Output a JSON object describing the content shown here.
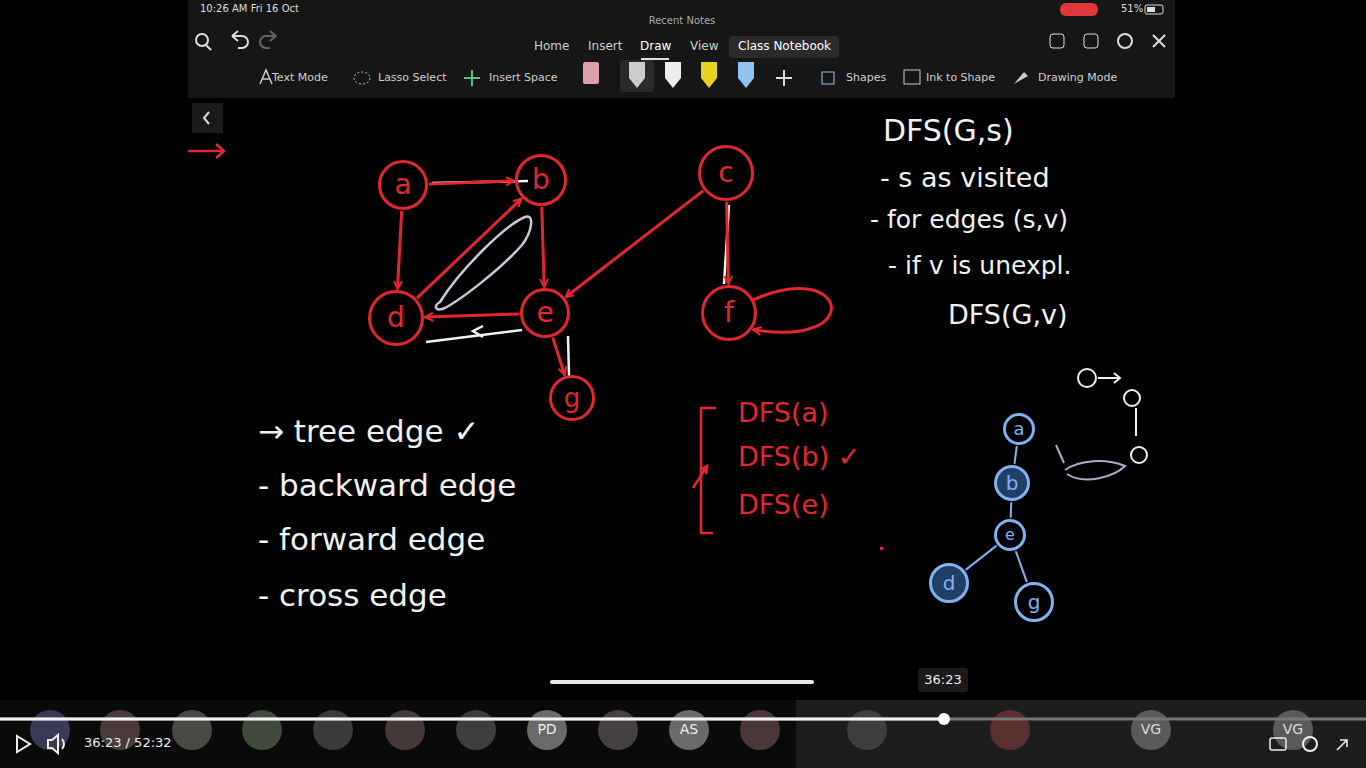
{
  "diagram": {
    "nodes": [
      {
        "text": [
          "a"
        ]
      },
      {
        "text": [
          "b"
        ]
      },
      {
        "text": [
          "c"
        ]
      },
      {
        "text": [
          "d"
        ]
      },
      {
        "text": [
          "e"
        ]
      },
      {
        "text": [
          "f"
        ]
      },
      {
        "text": [
          "g"
        ]
      },
      {
        "text": [
          "a"
        ]
      },
      {
        "text": [
          "b"
        ]
      },
      {
        "text": [
          "e"
        ]
      },
      {
        "text": [
          "d"
        ]
      },
      {
        "text": [
          "g"
        ]
      }
    ],
    "edges": [
      {
        "from": 0,
        "to": 1,
        "arrow": "to"
      },
      {
        "from": 0,
        "to": 3,
        "arrow": "to"
      },
      {
        "from": 1,
        "to": 4,
        "arrow": "to"
      },
      {
        "from": 3,
        "to": 1,
        "arrow": "to"
      },
      {
        "from": 4,
        "to": 3,
        "arrow": "to"
      },
      {
        "from": 2,
        "to": 4,
        "arrow": "to"
      },
      {
        "from": 2,
        "to": 5,
        "arrow": "to"
      },
      {
        "from": 5,
        "to": 5,
        "arrow": "to"
      },
      {
        "from": 4,
        "to": 6,
        "arrow": "to"
      },
      {
        "from": 7,
        "to": 8,
        "arrow": "none"
      },
      {
        "from": 8,
        "to": 9,
        "arrow": "none"
      },
      {
        "from": 9,
        "to": 10,
        "arrow": "none"
      },
      {
        "from": 9,
        "to": 11,
        "arrow": "none"
      }
    ],
    "labels": [
      "10:26 AM Fri 16 Oct",
      "51%",
      "Recent Notes",
      "Home",
      "Insert",
      "Draw",
      "View",
      "Class Notebook",
      "Text Mode",
      "Lasso Select",
      "Insert Space",
      "Shapes",
      "Ink to Shape",
      "Drawing Mode",
      "DFS(G,s)",
      "- s as visited",
      "- for edges (s,v)",
      "- if v is unexpl.",
      "DFS(G,v)",
      "→ tree edge ✓",
      "- backward edge",
      "- forward edge",
      "- cross edge",
      "DFS(a)",
      "DFS(b) ✓",
      "DFS(e)",
      "36:23",
      "36:23 / 52:32",
      "PD",
      "AS",
      "VG",
      "VG"
    ]
  }
}
